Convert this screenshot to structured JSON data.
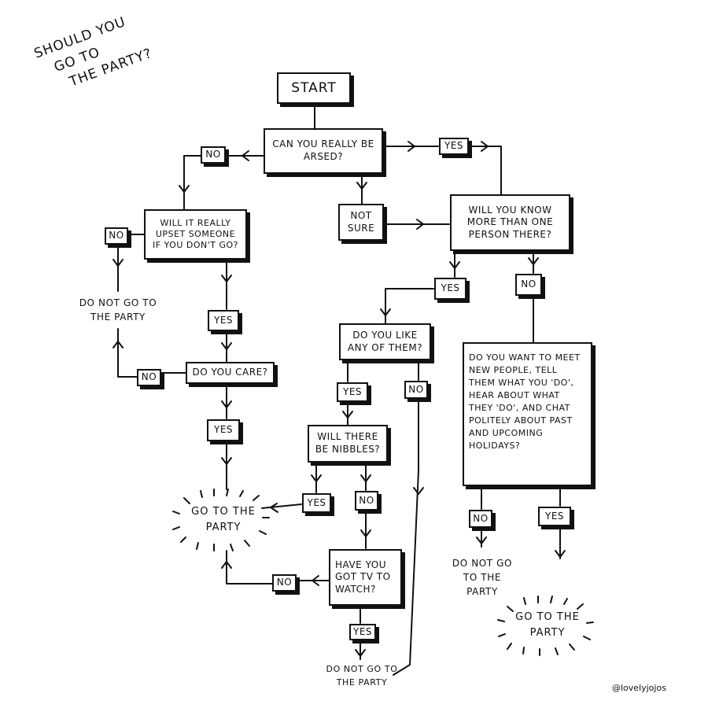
{
  "title": {
    "line1": "SHOULD YOU",
    "line2": "GO TO",
    "line3": "THE PARTY?"
  },
  "nodes": {
    "start": "START",
    "arsed": "CAN YOU REALLY BE ARSED?",
    "not_sure": "NOT SURE",
    "know_people": "WILL YOU KNOW MORE THAN ONE PERSON THERE?",
    "upset": "WILL IT REALLY UPSET SOMEONE IF YOU DON'T GO?",
    "do_not_go_1": "DO NOT GO TO THE PARTY",
    "care": "DO YOU CARE?",
    "go_party_1": "GO TO THE PARTY",
    "like_them": "DO YOU LIKE ANY OF THEM?",
    "nibbles": "WILL THERE BE NIBBLES?",
    "tv": "HAVE YOU GOT TV TO WATCH?",
    "do_not_go_2": "DO NOT GO TO THE PARTY",
    "meet_people": "DO YOU WANT TO MEET NEW PEOPLE, TELL THEM WHAT YOU 'DO', HEAR ABOUT WHAT THEY 'DO', AND CHAT POLITELY ABOUT PAST AND UPCOMING HOLIDAYS?",
    "do_not_go_3": "DO NOT GO TO THE PARTY",
    "go_party_2": "GO TO THE PARTY"
  },
  "labels": {
    "arsed_no": "NO",
    "arsed_yes": "YES",
    "upset_no": "NO",
    "upset_yes": "YES",
    "care_no": "NO",
    "care_yes": "YES",
    "know_yes": "YES",
    "know_no": "NO",
    "like_yes": "YES",
    "like_no": "NO",
    "nibbles_yes": "YES",
    "nibbles_no": "NO",
    "tv_no": "NO",
    "tv_yes": "YES",
    "meet_no": "NO",
    "meet_yes": "YES"
  },
  "credit": "@lovelyjojos"
}
